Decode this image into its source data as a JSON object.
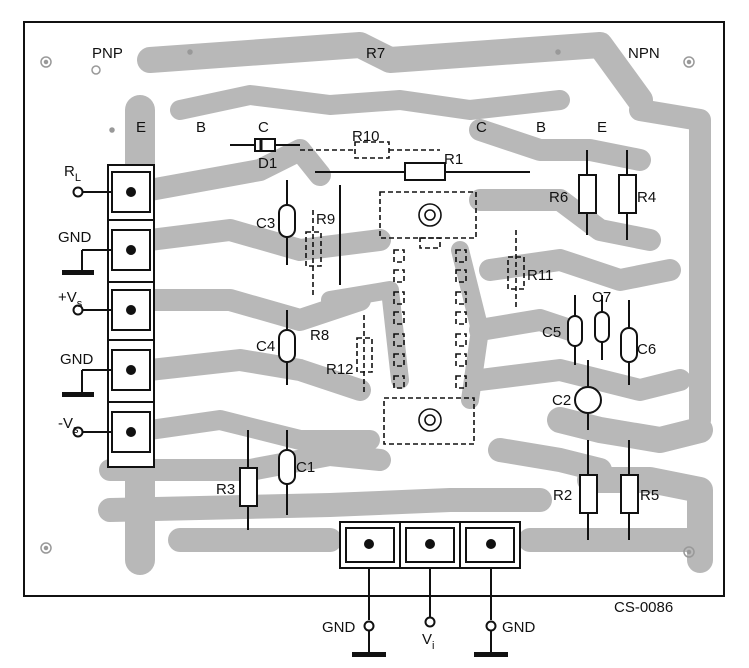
{
  "headings": {
    "pnp": "PNP",
    "npn": "NPN",
    "r7": "R7"
  },
  "terminals_pnp": [
    "E",
    "B",
    "C"
  ],
  "terminals_npn": [
    "C",
    "B",
    "E"
  ],
  "connector_labels": {
    "rl": "R",
    "rl_sub": "L",
    "gnd1": "GND",
    "vs_pos": "+V",
    "vs_pos_sub": "s",
    "gnd2": "GND",
    "vs_neg": "-V",
    "vs_neg_sub": "s"
  },
  "components": {
    "r10": "R10",
    "d1": "D1",
    "r1": "R1",
    "r6": "R6",
    "r4": "R4",
    "c3": "C3",
    "r9": "R9",
    "r11": "R11",
    "c7": "C7",
    "c5": "C5",
    "c6": "C6",
    "c4": "C4",
    "r8": "R8",
    "r12": "R12",
    "c2": "C2",
    "r3": "R3",
    "c1": "C1",
    "r2": "R2",
    "r5": "R5"
  },
  "bottom": {
    "gnd_left": "GND",
    "vi": "V",
    "vi_sub": "i",
    "gnd_right": "GND"
  },
  "code": "CS-0086"
}
